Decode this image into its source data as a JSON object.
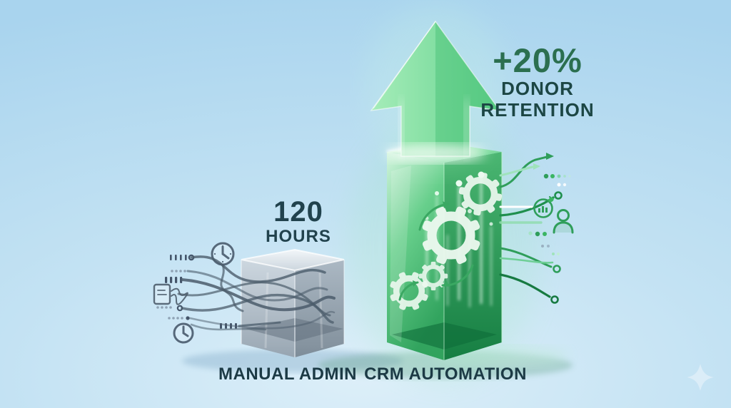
{
  "meta": {
    "description": "Infographic comparing manual admin workload with CRM automation benefits"
  },
  "stats": {
    "hours": {
      "value": "120",
      "unit": "HOURS"
    },
    "retention": {
      "value": "+20%",
      "label_line1": "DONOR",
      "label_line2": "RETENTION"
    }
  },
  "labels": {
    "manual": "MANUAL ADMIN",
    "automation": "CRM AUTOMATION"
  },
  "comparison": {
    "type": "bar",
    "items": [
      {
        "category": "MANUAL ADMIN",
        "stat": "120 HOURS",
        "bar_style": "gray glass cube",
        "relative_height": 0.35
      },
      {
        "category": "CRM AUTOMATION",
        "stat": "+20% DONOR RETENTION",
        "bar_style": "green glass column with upward arrow",
        "relative_height": 1.0
      }
    ]
  },
  "colors": {
    "background_blue": "#aed7ee",
    "accent_green": "#3bb563",
    "deep_green": "#17813f",
    "stat_green_text": "#2b6f4f",
    "stat_teal_text": "#1c4644",
    "hours_text": "#21424d",
    "label_text": "#1c3a45",
    "cube_gray": "#9aa7b3",
    "line_gray": "#4b5c6b"
  },
  "icons": {
    "gear": "gear",
    "clock": "clock",
    "person": "person silhouette",
    "growth_badge": "circular chart badge",
    "document": "scribbled document",
    "up_arrow": "large upward arrow",
    "sparkle": "four-point sparkle",
    "circuit": "circuit traces"
  }
}
